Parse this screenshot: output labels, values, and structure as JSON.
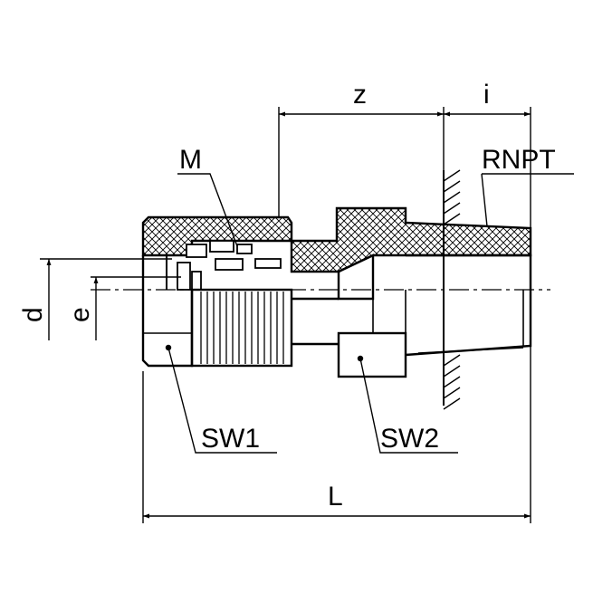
{
  "labels": {
    "z": "z",
    "i": "i",
    "M": "M",
    "RNPT": "RNPT",
    "d": "d",
    "e": "e",
    "SW1": "SW1",
    "SW2": "SW2",
    "L": "L"
  },
  "colors": {
    "line": "#000000",
    "background": "#ffffff"
  }
}
